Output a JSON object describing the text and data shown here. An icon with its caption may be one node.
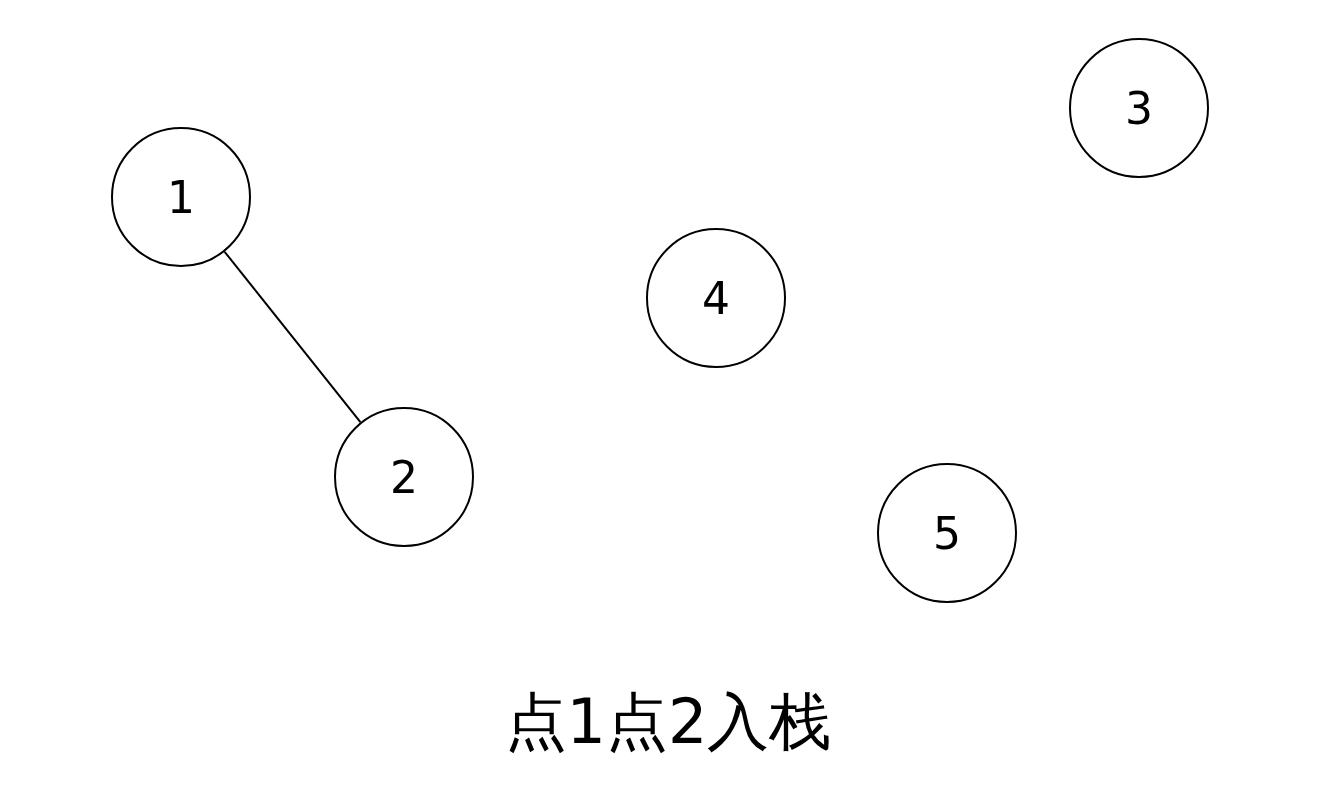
{
  "diagram": {
    "caption": "点1点2入栈",
    "nodes": [
      {
        "text": [
          "1"
        ]
      },
      {
        "text": [
          "2"
        ]
      },
      {
        "text": [
          "3"
        ]
      },
      {
        "text": [
          "4"
        ]
      },
      {
        "text": [
          "5"
        ]
      }
    ],
    "edges": [
      {
        "from": 0,
        "to": 1,
        "arrow": "none"
      }
    ]
  }
}
